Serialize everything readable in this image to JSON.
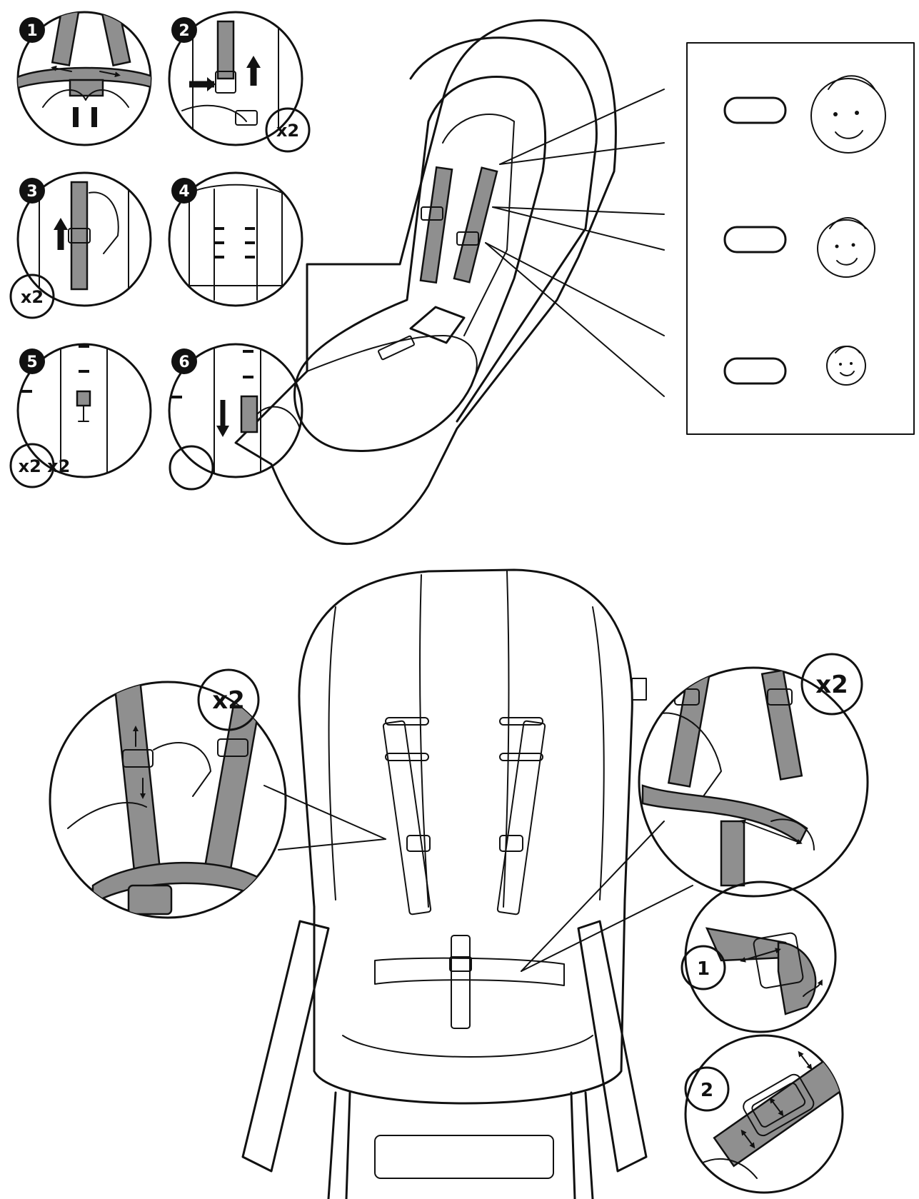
{
  "steps": [
    {
      "number": "1"
    },
    {
      "number": "2",
      "multiplier": "x2"
    },
    {
      "number": "3",
      "multiplier": "x2"
    },
    {
      "number": "4"
    },
    {
      "number": "5",
      "multiplier": "x2 x2"
    },
    {
      "number": "6"
    }
  ],
  "bottom": {
    "left_detail_multiplier": "x2",
    "right_detail_multiplier": "x2",
    "right_sub_1": "1",
    "right_sub_2": "2"
  },
  "colors": {
    "line": "#111111",
    "strap": "#8f8f8f",
    "background": "#ffffff"
  },
  "icons": [
    "arrow-icon",
    "baby-face-icon",
    "buckle-icon",
    "hand-icon"
  ]
}
